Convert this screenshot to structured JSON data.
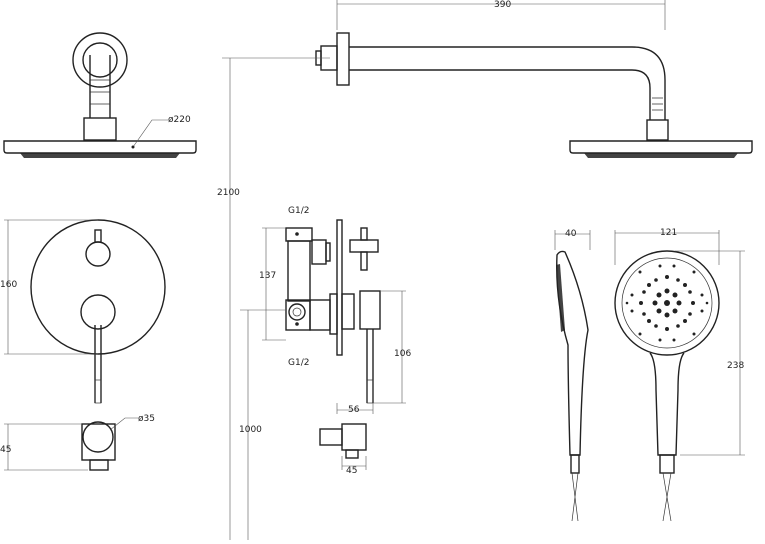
{
  "dimensions": {
    "arm_length": "390",
    "head_diameter": "ø220",
    "total_height": "2100",
    "faceplate_height": "160",
    "outlet_depth": "45",
    "outlet_diameter": "ø35",
    "thread_top": "G1/2",
    "thread_bottom": "G1/2",
    "inlet_spacing": "137",
    "lever_height": "106",
    "body_depth": "56",
    "outlet_height": "1000",
    "outlet_projection": "45",
    "handset_depth": "40",
    "handset_width": "121",
    "handset_length": "238"
  }
}
